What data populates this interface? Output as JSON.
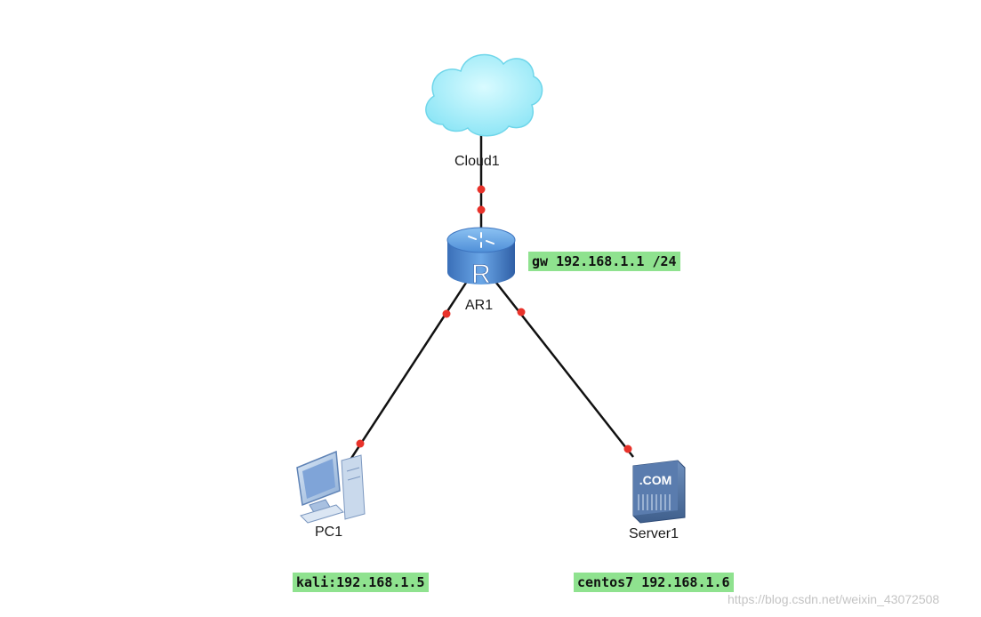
{
  "nodes": {
    "cloud": {
      "label": "Cloud1",
      "icon": "cloud-icon"
    },
    "router": {
      "label": "AR1",
      "icon": "router-icon",
      "glyph": "R"
    },
    "pc": {
      "label": "PC1",
      "icon": "pc-icon"
    },
    "server": {
      "label": "Server1",
      "icon": "server-icon",
      "glyph": ".COM"
    }
  },
  "annotations": {
    "gateway": "gw 192.168.1.1 /24",
    "kali": "kali:192.168.1.5",
    "centos": "centos7 192.168.1.6"
  },
  "watermark": "https://blog.csdn.net/weixin_43072508",
  "colors": {
    "link": "#111111",
    "port": "#e8322a",
    "note_bg": "#8fe28f",
    "cloud_fill": "#a6f0fb",
    "router_fill": "#4f8fd8",
    "server_fill": "#4d6e9c"
  }
}
